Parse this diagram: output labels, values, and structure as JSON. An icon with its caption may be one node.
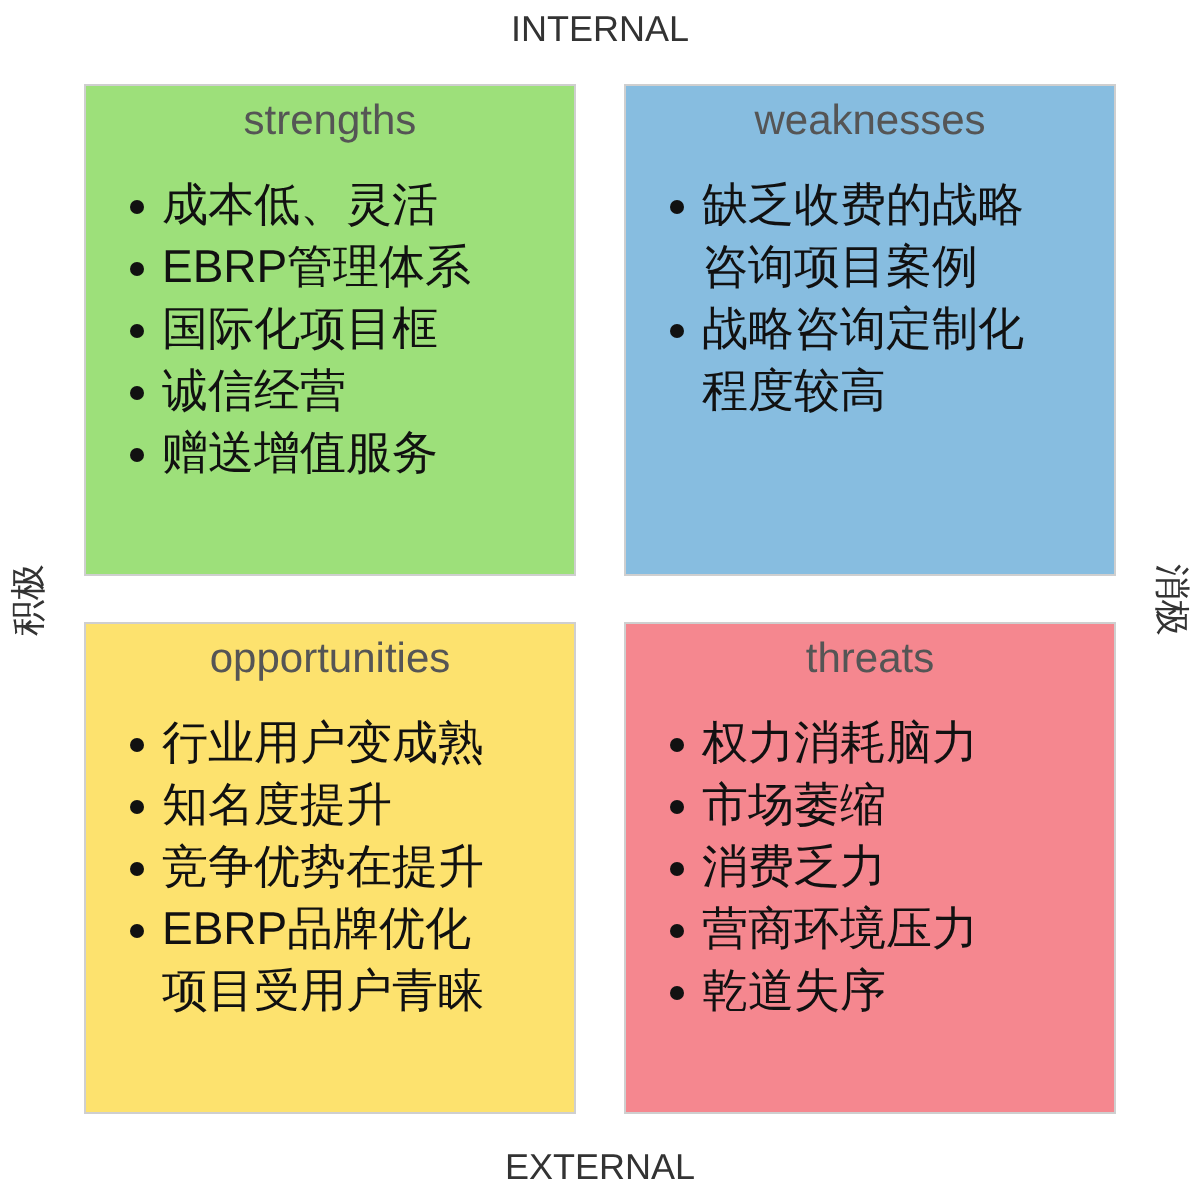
{
  "diagram": {
    "nodes": [
      {
        "text": [
          "strengths",
          "成本低、灵活",
          "EBRP管理体系",
          "国际化项目框",
          "诚信经营",
          "赠送增值服务"
        ]
      },
      {
        "text": [
          "weaknesses",
          "缺乏收费的战略咨询项目案例",
          "战略咨询定制化程度较高"
        ]
      },
      {
        "text": [
          "opportunities",
          "行业用户变成熟",
          "知名度提升",
          "竞争优势在提升",
          "EBRP品牌优化项目受用户青睐"
        ]
      },
      {
        "text": [
          "threats",
          "权力消耗脑力",
          "市场萎缩",
          "消费乏力",
          "营商环境压力",
          "乾道失序"
        ]
      }
    ],
    "labels": [
      "INTERNAL",
      "积极",
      "消极",
      "EXTERNAL"
    ]
  }
}
